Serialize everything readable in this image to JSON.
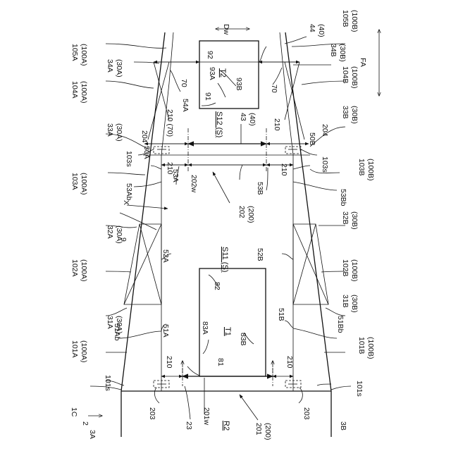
{
  "figure": {
    "labels": {
      "l105A": "105A",
      "l100A_1": "(100A)",
      "l34A": "34A",
      "l30A_1": "(30A)",
      "l104A": "104A",
      "l100A_2": "(100A)",
      "l33A": "33A",
      "l30A_2": "(30A)",
      "l103A": "103A",
      "l100A_3": "(100A)",
      "l32A": "32A",
      "l30A_3": "(30A)",
      "l102A": "102A",
      "l100A_4": "(100A)",
      "l31A": "31A",
      "l30A_4": "(30A)",
      "l101A": "101A",
      "l100A_5": "(100A)",
      "l105B": "105B",
      "l100B_1": "(100B)",
      "l44": "44",
      "l40_1": "(40)",
      "l34B": "34B",
      "l30B_1": "(30B)",
      "l104B": "104B",
      "l100B_2": "(100B)",
      "l33B": "33B",
      "l30B_2": "(30B)",
      "l103B": "103B",
      "l100B_3": "(100B)",
      "l32B": "32B",
      "l30B_3": "(30B)",
      "l102B": "102B",
      "l100B_4": "(100B)",
      "l31B": "31B",
      "l30B_4": "(30B)",
      "l101B": "101B",
      "l100B_5": "(100B)",
      "dw": "Dw",
      "fa": "FA",
      "l92": "92",
      "l93A": "93A",
      "T2": "T2",
      "l93B": "93B",
      "l91": "91",
      "l70a": "70",
      "l70b": "70",
      "l54A": "54A",
      "S12": "S12 (S)",
      "l43": "43",
      "l40_2": "(40)",
      "l210_70": "210 (70)",
      "l210a": "210",
      "l210b": "210",
      "l210c": "210",
      "l210d": "210",
      "l210e": "210",
      "l204a": "204",
      "l204b": "204",
      "l103s_a": "103s",
      "l103s_b": "103s",
      "l50A": "50A",
      "l50B": "50B",
      "l53Ab": "53Ab",
      "l53A": "53A",
      "l53B": "53B",
      "l53Bb": "53Bb",
      "l202w": "202w",
      "l202": "202",
      "l200_1": "(200)",
      "X": "X",
      "l9": "9",
      "l52A": "52A",
      "S11": "S11 (S)",
      "l52B": "52B",
      "l82": "82",
      "l83A": "83A",
      "T1": "T1",
      "l83B": "83B",
      "l51A": "51A",
      "l51Ab": "51Ab",
      "l51B": "51B",
      "l51Bb": "51Bb",
      "l81": "81",
      "l101s_a": "101s",
      "l101s_b": "101s",
      "l203a": "203",
      "l203b": "203",
      "l23": "23",
      "l201w": "201w",
      "R2": "R2",
      "l201": "201",
      "l200_2": "(200)",
      "l1C": "1C",
      "l2": "2",
      "l3A": "3A",
      "l3B": "3B"
    }
  }
}
